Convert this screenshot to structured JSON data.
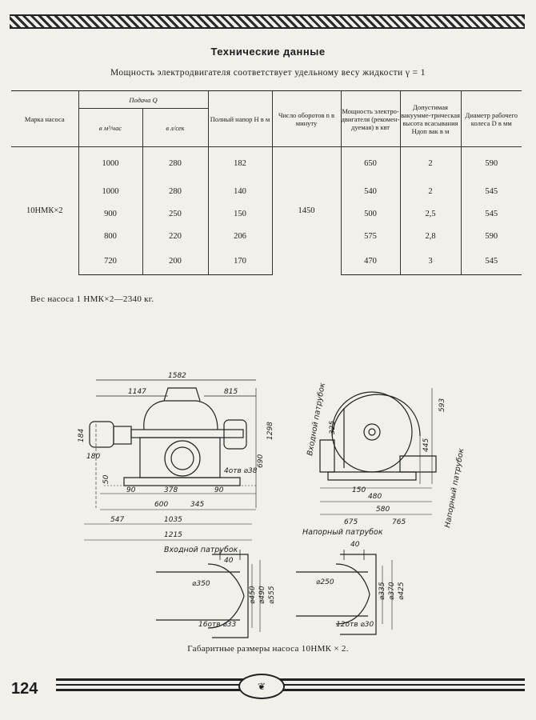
{
  "header": {
    "title": "Технические данные",
    "subtitle": "Мощность электродвигателя соответствует удельному весу жидкости γ = 1"
  },
  "table": {
    "headers": {
      "brand": "Марка насоса",
      "flow_group": "Подача Q",
      "flow_m3h": "в м³/час",
      "flow_ls": "в л/сек",
      "head": "Полный напор H в м",
      "rpm": "Число оборотов n в минуту",
      "power": "Мощность электро-двигателя (рекомен-дуемая) в квт",
      "suction": "Допустимая вакуумме-трическая высота всасывания Hдоп вак в м",
      "diameter": "Диаметр рабочего колеса D в мм"
    },
    "brand_value": "10НМК×2",
    "rpm_value": "1450",
    "rows": [
      {
        "m3h": "1000",
        "ls": "280",
        "head": "182",
        "power": "650",
        "suction": "2",
        "diameter": "590"
      },
      {
        "m3h": "1000",
        "ls": "280",
        "head": "140",
        "power": "540",
        "suction": "2",
        "diameter": "545"
      },
      {
        "m3h": "900",
        "ls": "250",
        "head": "150",
        "power": "500",
        "suction": "2,5",
        "diameter": "545"
      },
      {
        "m3h": "800",
        "ls": "220",
        "head": "206",
        "power": "575",
        "suction": "2,8",
        "diameter": "590"
      },
      {
        "m3h": "720",
        "ls": "200",
        "head": "170",
        "power": "470",
        "suction": "3",
        "diameter": "545"
      }
    ]
  },
  "note": "Вес насоса 1 НМК×2—2340 кг.",
  "drawing": {
    "dims_side": {
      "total": "1582",
      "left": "1147",
      "right": "815",
      "height": "1298",
      "axis": "690",
      "d184": "184",
      "d180": "180",
      "d50": "50",
      "d90a": "90",
      "d378": "378",
      "d90b": "90",
      "d600": "600",
      "d345": "345",
      "d547": "547",
      "d1035": "1035",
      "d1215": "1215",
      "holes": "4отв ⌀38"
    },
    "dims_front": {
      "d593": "593",
      "d445": "445",
      "d325": "325",
      "d150": "150",
      "d480": "480",
      "d580": "580",
      "d675": "675",
      "d765": "765",
      "inlet_label": "Входной патрубок",
      "outlet_label": "Напорный патрубок"
    },
    "inlet_flange": {
      "title": "Входной патрубок",
      "d40": "40",
      "d350": "⌀350",
      "d450": "⌀450",
      "d490": "⌀490",
      "d555": "⌀555",
      "holes": "16отв ⌀33"
    },
    "outlet_flange": {
      "title": "Напорный патрубок",
      "d40": "40",
      "d250": "⌀250",
      "d335": "⌀335",
      "d370": "⌀370",
      "d425": "⌀425",
      "holes": "12отв ⌀30"
    }
  },
  "caption": "Габаритные размеры насоса 10НМК × 2.",
  "footer": {
    "page_number": "124"
  }
}
